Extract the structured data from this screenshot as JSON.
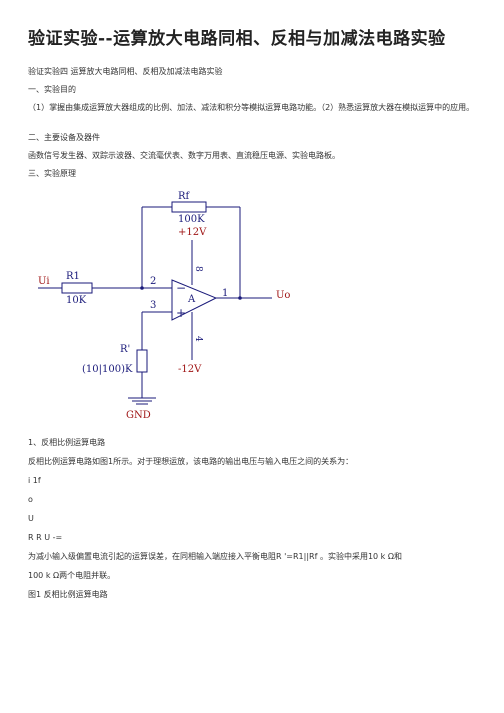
{
  "title": "验证实验--运算放大电路同相、反相与加减法电路实验",
  "subtitle": "验证实验四 运算放大电路同相、反相及加减法电路实验",
  "section1": {
    "heading": "一、实验目的",
    "text": "（1）掌握由集成运算放大器组成的比例、加法、减法和积分等模拟运算电路功能。（2）熟悉运算放大器在模拟运算中的应用。"
  },
  "section2": {
    "heading": "二、主要设备及器件",
    "text": "函数信号发生器、双踪示波器、交流毫伏表、数字万用表、直流稳压电源、实验电路板。"
  },
  "section3": {
    "heading": "三、实验原理"
  },
  "circuit": {
    "input_label": "Ui",
    "output_label": "Uo",
    "r1_name": "R1",
    "r1_value": "10K",
    "rf_name": "Rf",
    "rf_value": "100K",
    "rp_name": "R'",
    "rp_value": "(10|100)K",
    "vpos": "+12V",
    "vneg": "-12V",
    "gnd": "GND",
    "pin_inv": "2",
    "pin_noninv": "3",
    "pin_out": "1",
    "pin_vpos": "8",
    "pin_vneg": "4",
    "amp_label": "A",
    "minus_sign": "−",
    "plus_sign": "+",
    "colors": {
      "wire": "#1a1a7a",
      "label": "#a01818"
    }
  },
  "body": {
    "item1": "1、反相比例运算电路",
    "desc": "反相比例运算电路如图1所示。对于理想运放，该电路的输出电压与输入电压之间的关系为：",
    "f1": "i 1f",
    "f2": "o",
    "f3": "U",
    "f4": "R R U -=",
    "note": "为减小输入级偏置电流引起的运算误差，在同相输入端应接入平衡电阻R '=R1||Rf 。实验中采用10 k Ω和",
    "note2": "100 k Ω两个电阻并联。",
    "caption": "图1 反相比例运算电路"
  }
}
